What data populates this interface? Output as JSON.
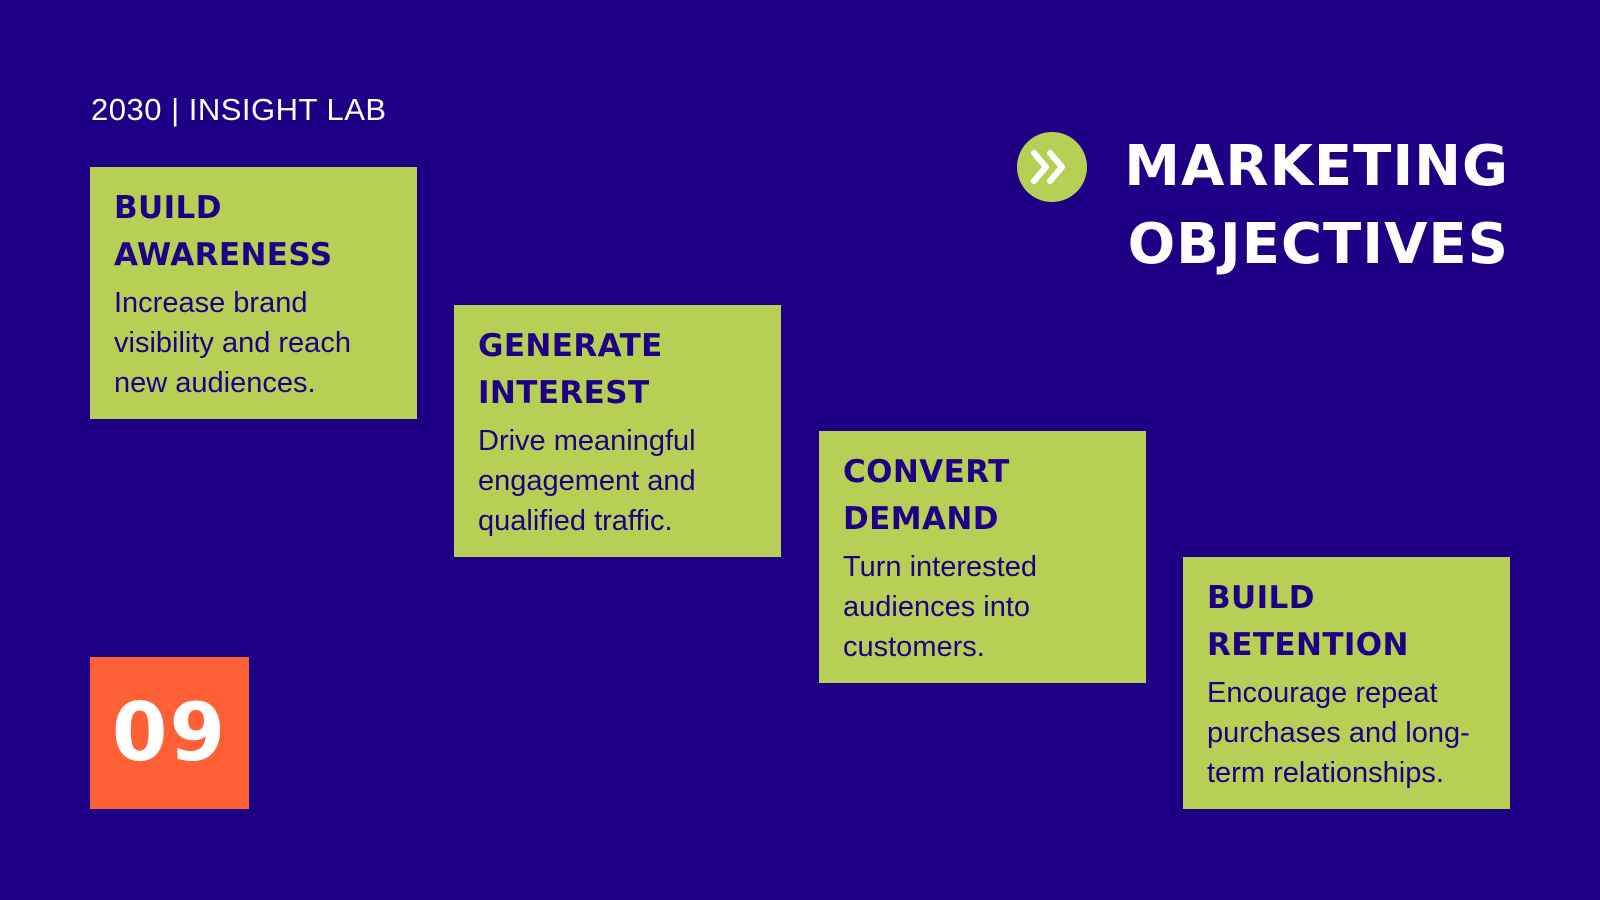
{
  "header": {
    "brand": "2030 | INSIGHT LAB"
  },
  "title": {
    "line1": "MARKETING",
    "line2": "OBJECTIVES"
  },
  "badge": {
    "icon": "double-chevron-right-icon"
  },
  "objectives": [
    {
      "title": "BUILD\nAWARENESS",
      "text": "Increase brand\nvisibility and reach\nnew audiences."
    },
    {
      "title": "GENERATE\nINTEREST",
      "text": "Drive meaningful\nengagement and\nqualified traffic."
    },
    {
      "title": "CONVERT\nDEMAND",
      "text": "Turn interested\naudiences into\ncustomers."
    },
    {
      "title": "BUILD\nRETENTION",
      "text": "Encourage repeat\npurchases and long-\nterm relationships."
    }
  ],
  "page": {
    "number": "09"
  },
  "colors": {
    "background": "#1d0086",
    "card": "#b8cf55",
    "text_dark": "#1d0086",
    "page_badge": "#ff6035",
    "white": "#ffffff"
  }
}
